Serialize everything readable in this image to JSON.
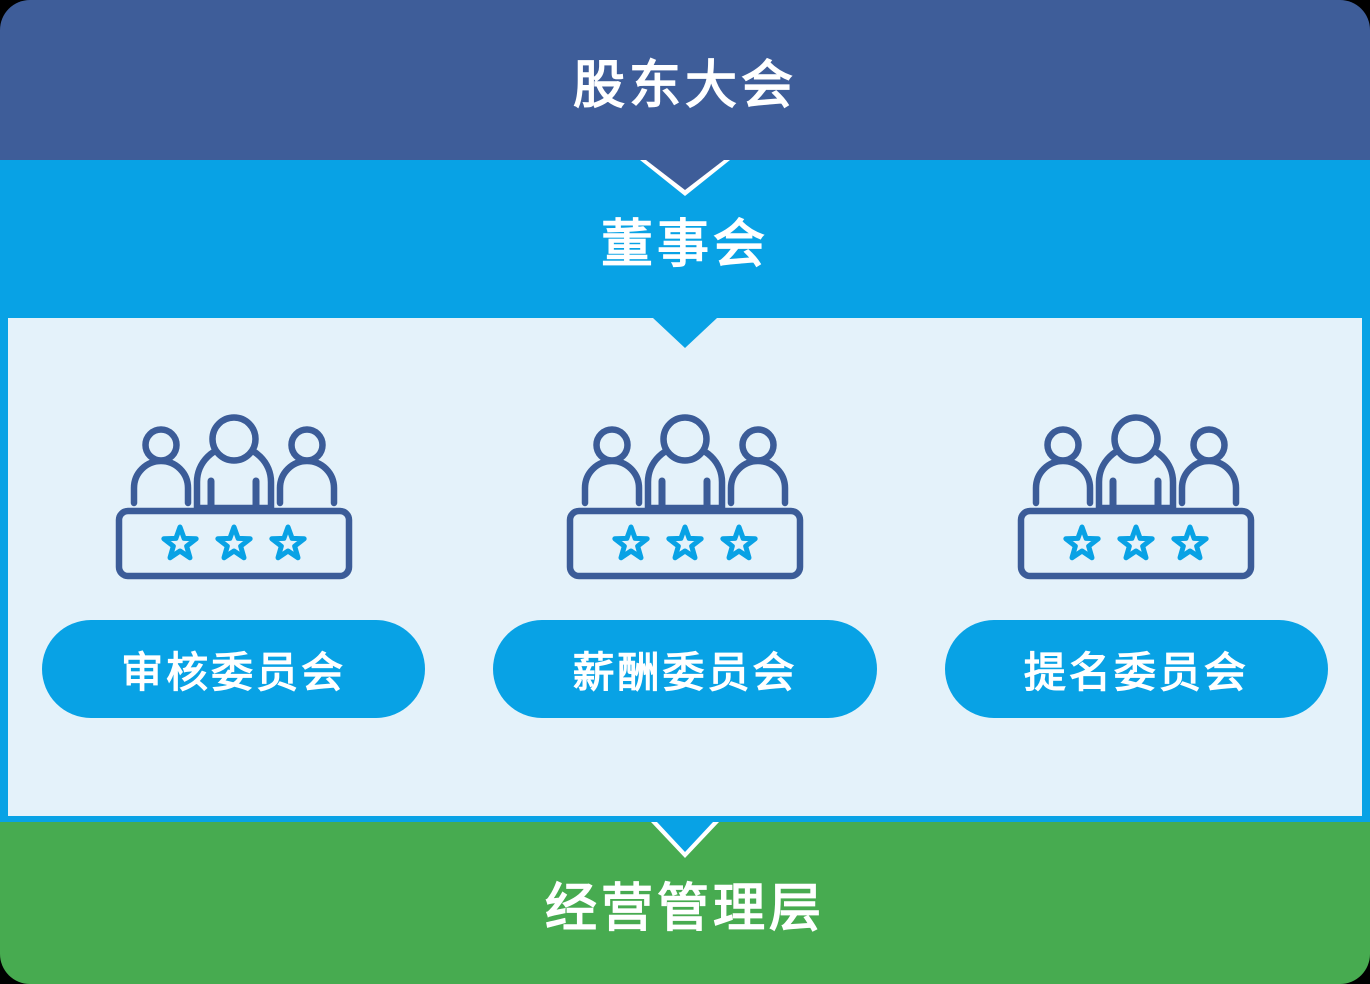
{
  "levels": {
    "shareholders": "股东大会",
    "board": "董事会",
    "management": "经营管理层"
  },
  "committees": [
    {
      "label": "审核委员会"
    },
    {
      "label": "薪酬委员会"
    },
    {
      "label": "提名委员会"
    }
  ],
  "colors": {
    "dark_blue": "#3e5d99",
    "bright_blue": "#08a2e5",
    "light_blue_panel": "#e4f2fa",
    "green": "#47ab50",
    "icon_stroke": "#3b5c98",
    "star_blue": "#08a2e5",
    "text": "#ffffff"
  },
  "icons": {
    "committee": "committee-members-icon",
    "arrow": "arrow-down-icon",
    "star": "star-icon"
  }
}
